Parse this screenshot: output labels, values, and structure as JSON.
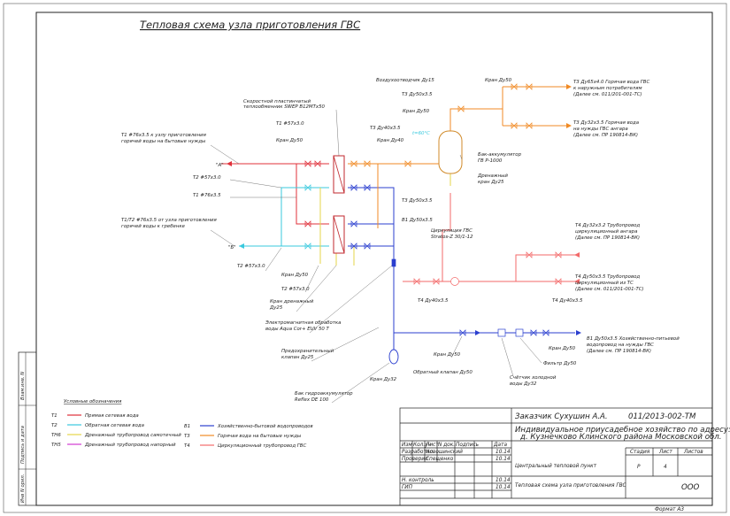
{
  "title": "Тепловая схема узла приготовления ГВС",
  "format": "Формат А3",
  "side_stamp": [
    "Взам.инв. N",
    "Подпись и дата",
    "Инв N орил."
  ],
  "legend": {
    "heading": "Условные обозначения",
    "items": [
      {
        "code": "Т1",
        "text": "Прямая сетевая вода",
        "color": "#e0303a"
      },
      {
        "code": "Т2",
        "text": "Обратная сетевая вода",
        "color": "#39c9de"
      },
      {
        "code": "ТН6",
        "text": "Дренажный трубопровод самотечный",
        "color": "#e6d64a"
      },
      {
        "code": "ТН5",
        "text": "Дренажный трубопровод напорный",
        "color": "#d23bd2"
      },
      {
        "code": "В1",
        "text": "Хозяйственно-бытовой водопроводов",
        "color": "#2b3fcf"
      },
      {
        "code": "Т3",
        "text": "Горячая вода на бытовые нужды",
        "color": "#f08a24"
      },
      {
        "code": "Т4",
        "text": "Циркуляционный трубопровод ГВС",
        "color": "#f36a6a"
      }
    ]
  },
  "labels": {
    "vent": "Воздухоотводчик Ду15",
    "t3_top": "Т3 Ду50х3.5",
    "kran50a": "Кран Ду50",
    "kran50b": "Кран Ду50",
    "hx1": "Скоростной пластинчатый",
    "hx2": "теплообменник SWEP B12MTx50",
    "t1_57": "Т1 #57х3.0",
    "t3_40": "Т3 Ду40х3.5",
    "kran50c": "Кран Ду50",
    "kran40": "Кран Ду40",
    "t1_76a": "Т1 #76х3.5 к узлу приготовления",
    "t1_76b": "горячей воды на бытовые нужды",
    "tank1": "Бак-аккумулятор",
    "tank2": "ГВ Р-1000",
    "drain1": "Дренажный",
    "drain2": "кран Ду25",
    "temp": "t=60°С",
    "t2_57a": "Т2 #57х3.0",
    "t1_76": "Т1 #76х3.5",
    "t3_50": "Т3 Ду50х3.5",
    "t2_76a": "Т1/Т2 #76х3.5 от узла приготовления",
    "t2_76b": "горячей воды к гребенке",
    "b1_50": "В1 Ду50х3.5",
    "pump1": "Циркуляция ГВС",
    "pump2": "Stratos-Z 30/1-12",
    "t2_57b": "Т2 #57х3.0",
    "kran50d": "Кран Ду50",
    "t2_57c": "Т2 #57х3.0",
    "t4_40": "Т4 Ду40х3.5",
    "kran_dr1": "Кран дренажный",
    "kran_dr2": "Ду25",
    "softener1": "Электромагнитная обработка",
    "softener2": "воды Aqua Cor+ EUV 50 T",
    "safety1": "Предохранительный",
    "safety2": "клапан Ду25",
    "kran50e": "Кран Ду50",
    "check": "Обратный клапан Ду50",
    "meter1": "Счётчик холодной",
    "meter2": "воды Ду32",
    "filter": "Фильтр Ду50",
    "kran50f": "Кран Ду50",
    "kran32": "Кран Ду32",
    "expansion1": "Бак гидроаккумулятор",
    "expansion2": "Reflex DE 100",
    "t4_40b": "Т4 Ду40х3.5",
    "r_t3_1a": "Т3 Ду65х4.0 Горячая вода ГВС",
    "r_t3_1b": "к наружным потребителям",
    "r_t3_1c": "(Далее см. 011/201-001-ТС)",
    "r_t3_2a": "Т3 Ду32х3.5 Горячая вода",
    "r_t3_2b": "на нужды ГВС ангара",
    "r_t3_2c": "(Далее см. ПР 190814-ВК)",
    "r_t4_1a": "Т4 Ду32х3.2 Трубопровод",
    "r_t4_1b": "циркуляционный ангара",
    "r_t4_1c": "(Далее см. ПР 190814-ВК)",
    "r_t4_2a": "Т4 Ду50х3.5 Трубопровод",
    "r_t4_2b": "циркуляционный из ТС",
    "r_t4_2c": "(Далее см. 011/201-001-ТС)",
    "r_b1a": "В1 Ду50х3.5 Хозяйственно-питьевой",
    "r_b1b": "водопровод на нужды ГВС",
    "r_b1c": "(Далее см. ПР 190814-ВК)",
    "mark_a": "\"А\"",
    "mark_b": "\"Б\""
  },
  "title_block": {
    "customer": "Заказчик Сухушин А.А.",
    "code": "011/2013-002-ТМ",
    "object1": "Индивидуальное приусадебное хозяйство по адресу:",
    "object2": "д. Кузнечково  Клинского района Московской обл.",
    "headers": [
      "Изм",
      "Кол.уч",
      "Лист",
      "N док.",
      "Подпись",
      "Дата"
    ],
    "rows": [
      {
        "role": "Разработал",
        "name": "Новошинский",
        "date": "10.14"
      },
      {
        "role": "Проверил",
        "name": "Спещенко",
        "date": "10.14"
      },
      {
        "role": "Н. контроль",
        "name": "",
        "date": "10.14"
      },
      {
        "role": "ГИП",
        "name": "",
        "date": "10.14"
      }
    ],
    "section": "Центральный тепловой пункт",
    "stage_h": "Стадия",
    "sheet_h": "Лист",
    "sheets_h": "Листов",
    "stage": "Р",
    "sheet": "4",
    "sheets": "",
    "drawing": "Тепловая схема узла приготовления ГВС",
    "org": "ООО"
  }
}
